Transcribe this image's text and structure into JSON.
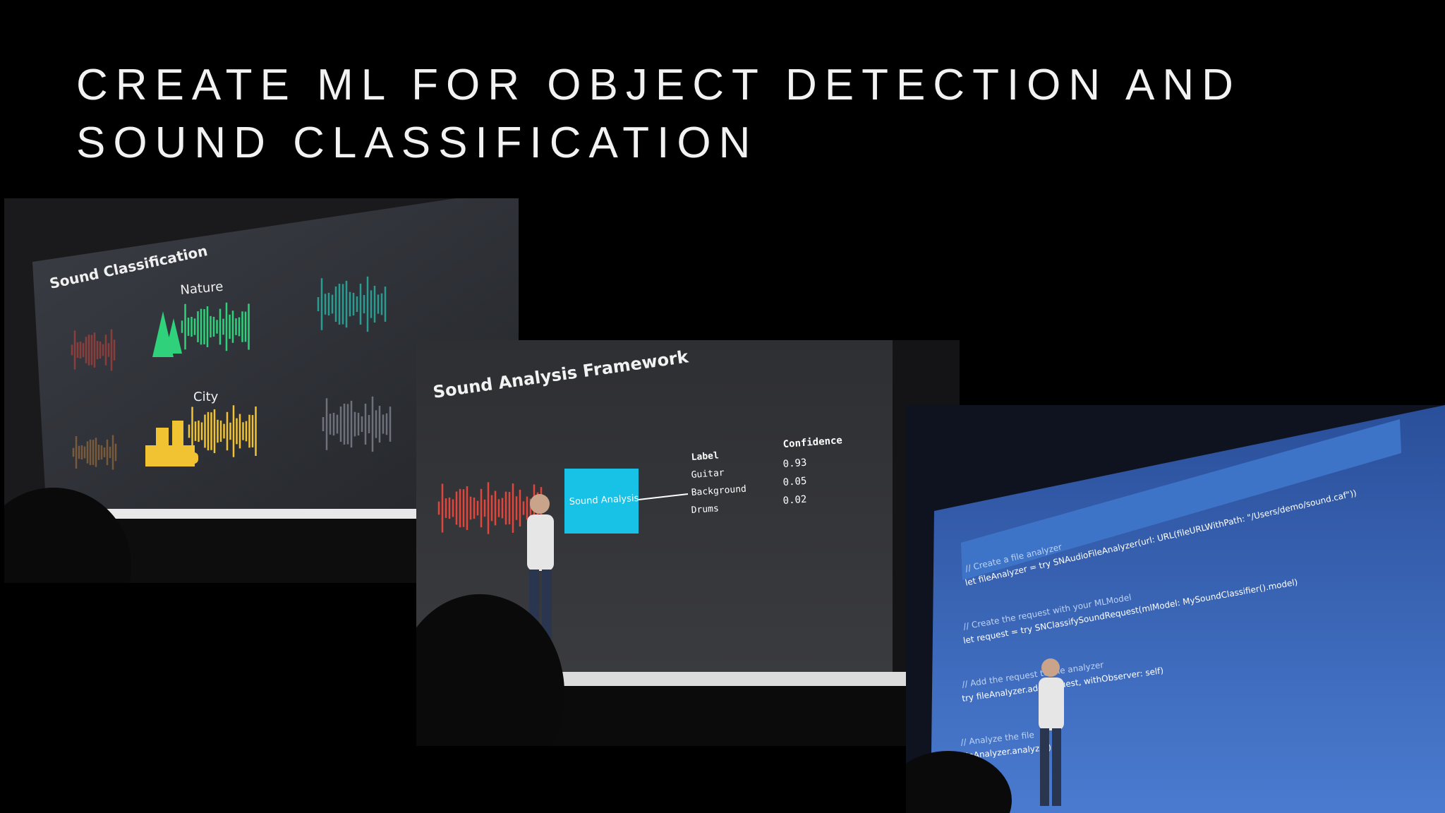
{
  "slide": {
    "title": "CREATE ML FOR OBJECT DETECTION AND SOUND CLASSIFICATION"
  },
  "photos": [
    {
      "heading": "Sound Classification",
      "labels": [
        "Nature",
        "City"
      ]
    },
    {
      "heading": "Sound Analysis Framework",
      "box_label": "Sound Analysis",
      "table": {
        "label_header": "Label",
        "confidence_header": "Confidence",
        "rows": [
          {
            "label": "Guitar",
            "confidence": "0.93"
          },
          {
            "label": "Background",
            "confidence": "0.05"
          },
          {
            "label": "Drums",
            "confidence": "0.02"
          }
        ]
      }
    },
    {
      "code": [
        "// Create a file analyzer",
        "let fileAnalyzer = try SNAudioFileAnalyzer(url: URL(fileURLWithPath: \"/Users/demo/sound.caf\"))",
        "// Create the request with your MLModel",
        "let request = try SNClassifySoundRequest(mlModel: MySoundClassifier().model)",
        "// Add the request to the analyzer",
        "try fileAnalyzer.add(request, withObserver: self)",
        "// Analyze the file",
        "fileAnalyzer.analyze()"
      ]
    }
  ],
  "colors": {
    "background": "#000000",
    "title": "#f2f2f2",
    "nature_green": "#2fd27a",
    "city_yellow": "#f1c232",
    "red_wave": "#e2453a",
    "cyan_box": "#18c2e6",
    "code_blue": "#2b5aa8"
  }
}
